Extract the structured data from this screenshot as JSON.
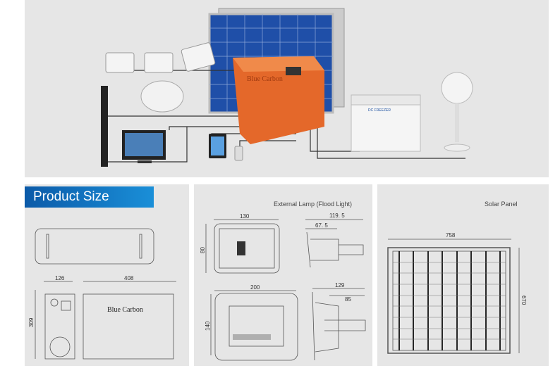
{
  "section_title": "Product Size",
  "brand": "Blue Carbon",
  "freezer_label": "DC FREEZER",
  "generator": {
    "width": "408",
    "depth": "126",
    "height": "309"
  },
  "lamp": {
    "caption": "External Lamp (Flood Light)",
    "small": {
      "width": "130",
      "height": "80",
      "depth": "119. 5",
      "bracket": "67. 5"
    },
    "large": {
      "width": "200",
      "height": "140",
      "depth": "129",
      "bracket": "85"
    }
  },
  "solar": {
    "caption": "Solar Panel",
    "width": "758",
    "height": "670"
  },
  "colors": {
    "banner": "#0b5aa8",
    "generator": "#e4682a",
    "panel": "#1f4fa8",
    "background": "#e6e6e6"
  }
}
